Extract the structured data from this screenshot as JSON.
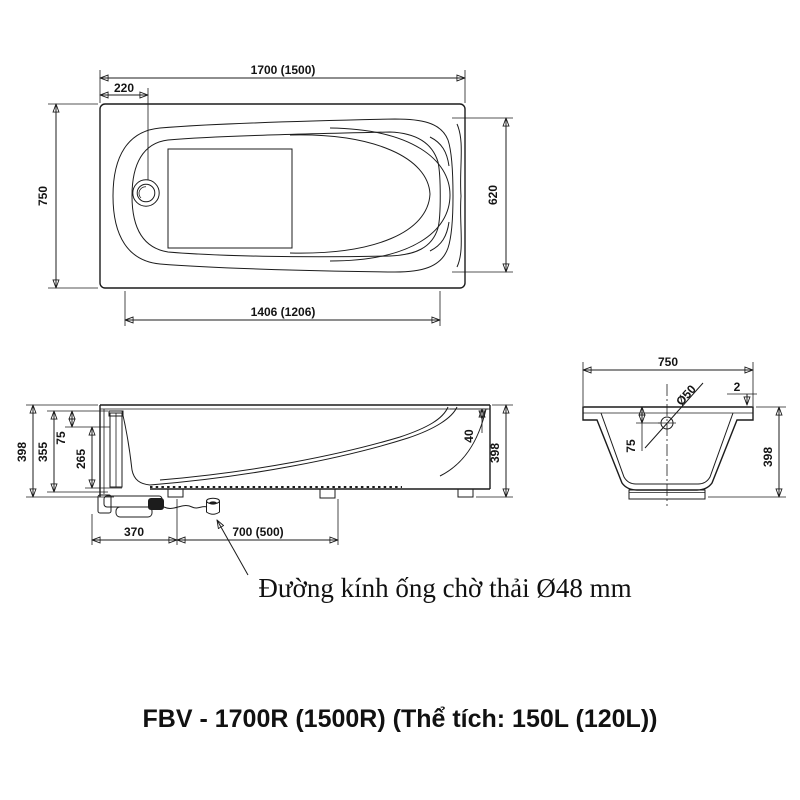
{
  "colors": {
    "line": "#1c1c1c",
    "background": "#ffffff"
  },
  "views": {
    "top": {
      "dims": {
        "overall_length": "1700 (1500)",
        "drain_center_offset": "220",
        "overall_width": "750",
        "inner_width": "620",
        "inner_bottom_length": "1406 (1206)"
      }
    },
    "side": {
      "dims": {
        "overall_height_left": "398",
        "inner_height": "355",
        "overflow_offset": "75",
        "depth_below_overflow": "265",
        "rim_edge_width": "40",
        "overall_height_right": "398",
        "drain_section_length": "370",
        "bottom_section_length": "700 (500)"
      }
    },
    "end": {
      "dims": {
        "overall_width": "750",
        "flange_thickness": "2",
        "drain_hole_diameter": "Ø50",
        "drain_center_offset": "75",
        "overall_height": "398"
      }
    }
  },
  "annotation": {
    "drain_pipe_note": "Đường kính ống chờ thải Ø48 mm"
  },
  "title": {
    "model": "FBV - 1700R (1500R) (Thể tích: 150L (120L))"
  }
}
